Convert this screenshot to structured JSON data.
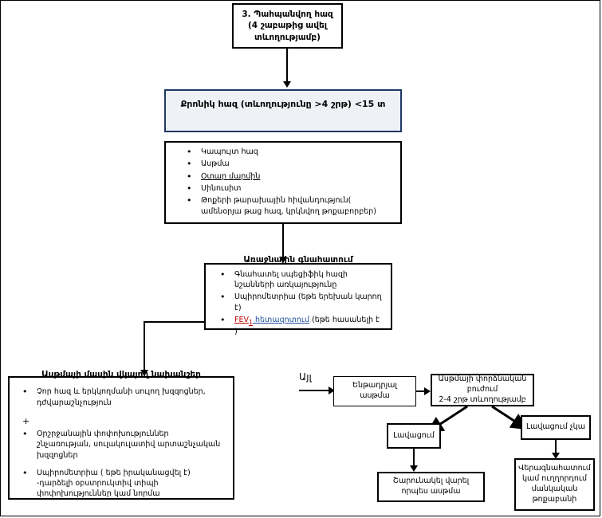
{
  "diagram": {
    "type": "clinical-flowchart",
    "language": "hy",
    "colors": {
      "accent_border": "#1F3864",
      "accent_fill": "#EEF1F6",
      "line": "#000000",
      "red_text": "#C00000",
      "blue_text": "#1F4E9C"
    },
    "nodes": {
      "start": {
        "line1": "3. Պահպանվող հազ",
        "line2": "(4 շաբաթից ավել",
        "line3": "տևողությամբ)"
      },
      "chronic_cough": {
        "title": "Քրոնիկ հազ (տևողությունը >4 շրթ) <15 տ"
      },
      "causes": {
        "items": [
          "Կապույտ հազ",
          "Ասթմա",
          "Օտար մարմին",
          "Սինուսիտ",
          "Թոքերի թարախային հիվանդություն( ամենօրյա թաց հազ, կրկնվող թոքաբորբեր)"
        ],
        "underlined_index": 2
      },
      "primary_assessment": {
        "title": "Առաջնային գնահատում",
        "items": [
          "Գնահատել սպեցիֆիկ հազի նշանների առկայությունը",
          "Սպիրոմետրիա (եթե երեխան կարող է)",
          "FEV1 հետազոտում (եթե հասանելի է )"
        ],
        "fev_prefix": "FEV",
        "fev_sub": "1",
        "fev_link": " հետազոտում",
        "fev_suffix": " (եթե հասանելի է )"
      },
      "asthma_signs": {
        "title": "Ասթմայի մասին վկայող նախանշեր",
        "items": [
          "Չոր հազ և երկկողմանի սուլող խզզոցներ, դժվարաշնչություն",
          "Օրշրջանային փոփոխություններ շնչառության, սուլակուլատիվ արտաշնչական խզզոցներ",
          "Սպիրոմետրիա ( եթե իրականացվել է) -դարձելի օբստրուկտիվ տիպի փոփոխություններ կամ նորմա"
        ],
        "plus": "+"
      },
      "other_label": "Այլ",
      "suspected_asthma": {
        "title": "Ենթադրյալ ասթմա"
      },
      "trial_treatment": {
        "line1": "Ասթմայի փորձնական բուժում",
        "line2": "2-4 շրթ տևողությամբ"
      },
      "improvement": {
        "title": "Լավացում"
      },
      "no_improvement": {
        "title": "Լավացում չկա"
      },
      "continue_asthma": {
        "line1": "Շարունակել վարել",
        "line2": "որպես ասթմա"
      },
      "reassess_refer": {
        "line1": "Վերագնահատում",
        "line2": "կամ ուղղորդում",
        "line3": "մանկական",
        "line4": "թոքաբանի"
      }
    }
  }
}
